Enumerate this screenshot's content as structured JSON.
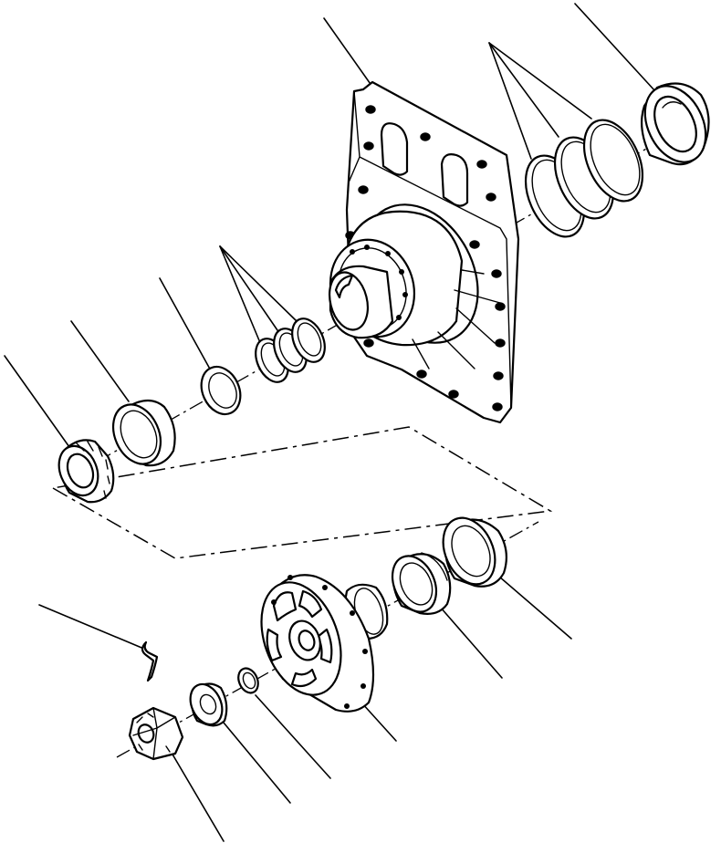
{
  "figure": {
    "kind": "exploded-parts-diagram",
    "colors": {
      "line": "#000000",
      "background": "#ffffff"
    },
    "parts": [
      "bearing-retainer-plate",
      "shim-set-upper",
      "bearing-cup-upper",
      "bearing-cone",
      "bearing-cup",
      "spacer-ring",
      "shim-set-middle",
      "oil-seal",
      "seal-ring",
      "yoke-flange",
      "o-ring",
      "washer",
      "slotted-nut",
      "cotter-pin"
    ]
  }
}
